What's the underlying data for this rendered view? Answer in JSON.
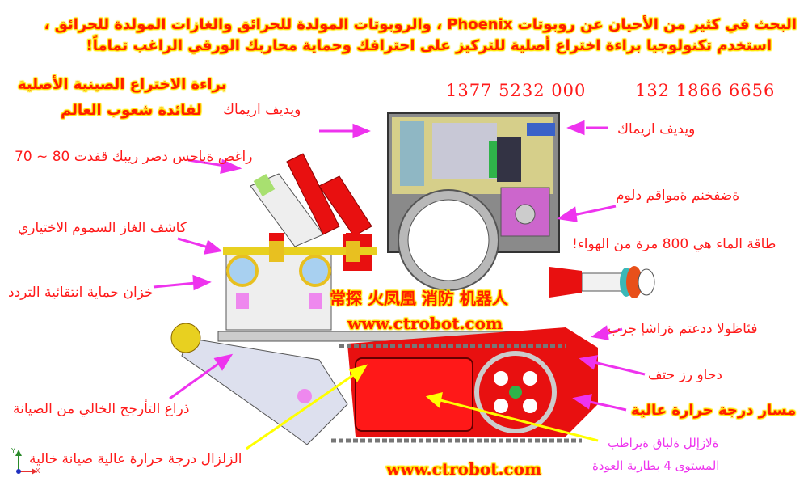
{
  "header": {
    "line1": "البحث في كثير من الأحيان عن روبوتات Phoenix ، والروبوتات المولدة للحرائق والغازات المولدة للحرائق ،",
    "line2": "استخدم تكنولوجيا براءة اختراع أصلية للتركيز على احترافك وحماية محاربك الورقي الراغب تماماً!"
  },
  "patent_banner": {
    "line1": "براءة الاختراع الصينية الأصلية",
    "line2": "لفائدة شعوب العالم"
  },
  "phones": [
    "1377 5232 000",
    "132 1866 6656"
  ],
  "labels": {
    "video_camera_left": "ويديف اريماك",
    "video_camera_right": "ويديف اريماك",
    "water_cannon": "راغص ةباحس دصر ريبك قفدت 80 ~ 70",
    "gas_detector": "كاشف الغاز السموم الاختياري",
    "protection_tank": "خزان حماية انتقائية التردد",
    "motor": "ةضفخنم ةمواقم دلوم",
    "water_power": "طاقة الماء هي 800 مرة من الهواء!",
    "signal": "فئاظولا ددعتم ةراشإ جرب",
    "switch": "دحاو رز حتف",
    "track": "مسار درجة حرارة عالية",
    "battery1": "ةلازإلل ةلباق ةيراطب",
    "battery2": "المستوى 4 بطارية العودة",
    "arm": "ذراع التأرجح الخالي من الصيانة",
    "suspension": "الزلزال درجة حرارة عالية صيانة خالية"
  },
  "brand": {
    "chinese": "常探 火凤凰 消防 机器人",
    "url_center": "www.ctrobot.com",
    "url_bottom": "www.ctrobot.com"
  },
  "axis": {
    "y": "Y",
    "x": "X"
  },
  "colors": {
    "text_red": "#ff1a1a",
    "halo": "#ffe600",
    "arrow_magenta": "#ee33ee",
    "arrow_yellow": "#ffff00",
    "robot_red": "#e81010"
  }
}
